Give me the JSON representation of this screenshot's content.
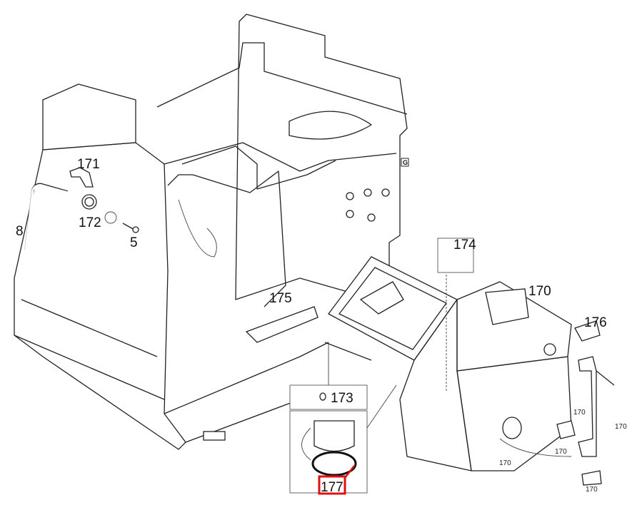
{
  "diagram": {
    "callouts": {
      "p171": "171",
      "p172": "172",
      "p8": "8",
      "p5": "5",
      "p175": "175",
      "p174": "174",
      "p170": "170",
      "p176": "176",
      "p173": "173",
      "p177": "177",
      "g_marker": "G"
    },
    "small_labels": [
      "170",
      "170",
      "170",
      "170",
      "170"
    ],
    "highlight": {
      "part": "177",
      "color": "#e01010"
    }
  }
}
